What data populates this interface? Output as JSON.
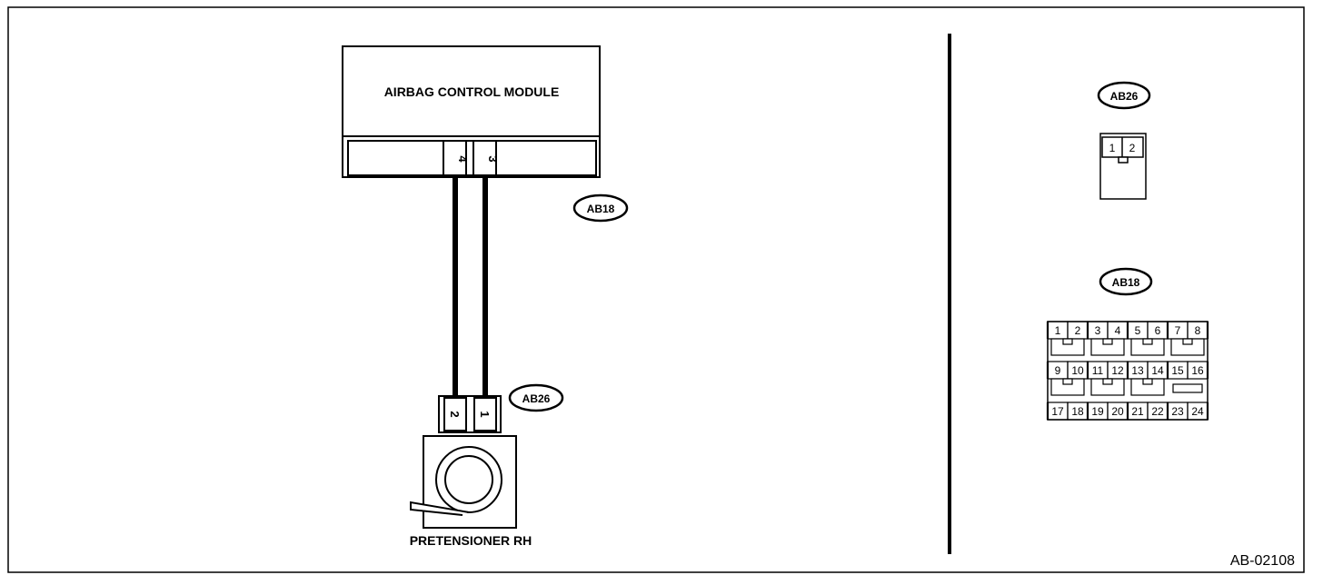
{
  "module": {
    "label": "AIRBAG CONTROL MODULE",
    "pins": [
      "4",
      "3"
    ],
    "connector_id": "AB18"
  },
  "pretensioner": {
    "label": "PRETENSIONER RH",
    "pins": [
      "2",
      "1"
    ],
    "connector_id": "AB26"
  },
  "connector_views": [
    {
      "id": "AB26",
      "pins": [
        "1",
        "2"
      ]
    },
    {
      "id": "AB18",
      "rows": [
        [
          "1",
          "2",
          "3",
          "4",
          "5",
          "6",
          "7",
          "8"
        ],
        [
          "9",
          "10",
          "11",
          "12",
          "13",
          "14",
          "15",
          "16"
        ],
        [
          "17",
          "18",
          "19",
          "20",
          "21",
          "22",
          "23",
          "24"
        ]
      ]
    }
  ],
  "doc_id": "AB-02108"
}
